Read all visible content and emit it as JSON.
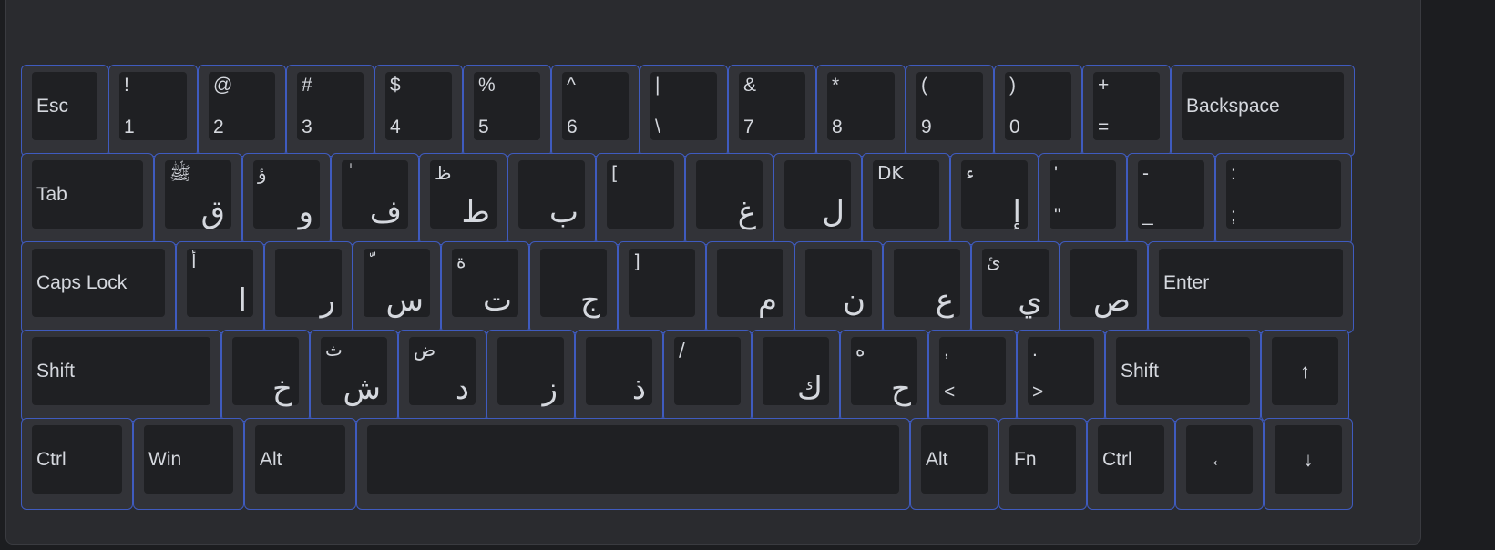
{
  "theme": {
    "background": "#1c1d20",
    "key_border": "#3f5bbf",
    "key_face": "#1f2023",
    "text": "#d5d8de"
  },
  "keyboard": {
    "rows": [
      {
        "name": "number-row",
        "keys": [
          {
            "id": "esc",
            "label": "Esc"
          },
          {
            "id": "1",
            "top": "!",
            "bottom": "1"
          },
          {
            "id": "2",
            "top": "@",
            "bottom": "2"
          },
          {
            "id": "3",
            "top": "#",
            "bottom": "3"
          },
          {
            "id": "4",
            "top": "$",
            "bottom": "4"
          },
          {
            "id": "5",
            "top": "%",
            "bottom": "5"
          },
          {
            "id": "6",
            "top": "^",
            "bottom": "6"
          },
          {
            "id": "backslash",
            "top": "|",
            "bottom": "\\"
          },
          {
            "id": "7",
            "top": "&",
            "bottom": "7"
          },
          {
            "id": "8",
            "top": "*",
            "bottom": "8"
          },
          {
            "id": "9",
            "top": "(",
            "bottom": "9"
          },
          {
            "id": "0",
            "top": ")",
            "bottom": "0"
          },
          {
            "id": "equals",
            "top": "+",
            "bottom": "="
          },
          {
            "id": "backspace",
            "label": "Backspace"
          }
        ]
      },
      {
        "name": "top-row",
        "keys": [
          {
            "id": "tab",
            "label": "Tab"
          },
          {
            "id": "qaf",
            "sub": "ﷺ",
            "main": "ق"
          },
          {
            "id": "waw",
            "sub": "ؤ",
            "main": "و"
          },
          {
            "id": "fa",
            "sub": "ٰ",
            "main": "ف"
          },
          {
            "id": "ta",
            "sub": "ظ",
            "main": "ط"
          },
          {
            "id": "ba",
            "main": "ب"
          },
          {
            "id": "bracket-open",
            "sub": "["
          },
          {
            "id": "ghain",
            "main": "غ"
          },
          {
            "id": "lam",
            "main": "ل"
          },
          {
            "id": "dk",
            "sub": "DK"
          },
          {
            "id": "alef-hamza-below",
            "sub": "ء",
            "main": "إ"
          },
          {
            "id": "quote",
            "top": "'",
            "bottom": "\""
          },
          {
            "id": "minus",
            "top": "-",
            "bottom": "_"
          },
          {
            "id": "colon",
            "top": ":",
            "bottom": ";"
          }
        ]
      },
      {
        "name": "home-row",
        "keys": [
          {
            "id": "capslock",
            "label": "Caps Lock"
          },
          {
            "id": "alef",
            "sub": "أ",
            "main": "ا"
          },
          {
            "id": "ra",
            "main": "ر"
          },
          {
            "id": "sin",
            "sub": "ّ",
            "main": "س"
          },
          {
            "id": "taa",
            "sub": "ة",
            "main": "ت"
          },
          {
            "id": "jim",
            "main": "ج"
          },
          {
            "id": "bracket-close",
            "sub": "]"
          },
          {
            "id": "mim",
            "main": "م"
          },
          {
            "id": "nun",
            "main": "ن"
          },
          {
            "id": "ain",
            "main": "ع"
          },
          {
            "id": "ya",
            "sub": "ئ",
            "main": "ي"
          },
          {
            "id": "sad",
            "main": "ص"
          },
          {
            "id": "enter",
            "label": "Enter"
          }
        ]
      },
      {
        "name": "bottom-row",
        "keys": [
          {
            "id": "shift-left",
            "label": "Shift"
          },
          {
            "id": "kha",
            "main": "خ"
          },
          {
            "id": "shin",
            "sub": "ث",
            "main": "ش"
          },
          {
            "id": "dal",
            "sub": "ض",
            "main": "د"
          },
          {
            "id": "zain",
            "main": "ز"
          },
          {
            "id": "thal",
            "main": "ذ"
          },
          {
            "id": "slash",
            "sub": "/"
          },
          {
            "id": "kaf",
            "main": "ك"
          },
          {
            "id": "ha",
            "sub": "ه",
            "main": "ح"
          },
          {
            "id": "comma",
            "top": ",",
            "bottom": "<"
          },
          {
            "id": "period",
            "top": ".",
            "bottom": ">"
          },
          {
            "id": "shift-right",
            "label": "Shift"
          },
          {
            "id": "arrow-up",
            "symbol": "↑"
          }
        ]
      },
      {
        "name": "control-row",
        "keys": [
          {
            "id": "ctrl-left",
            "label": "Ctrl"
          },
          {
            "id": "win",
            "label": "Win"
          },
          {
            "id": "alt-left",
            "label": "Alt"
          },
          {
            "id": "space",
            "label": ""
          },
          {
            "id": "alt-right",
            "label": "Alt"
          },
          {
            "id": "fn",
            "label": "Fn"
          },
          {
            "id": "ctrl-right",
            "label": "Ctrl"
          },
          {
            "id": "arrow-left",
            "symbol": "←"
          },
          {
            "id": "arrow-down",
            "symbol": "↓"
          }
        ]
      }
    ]
  }
}
